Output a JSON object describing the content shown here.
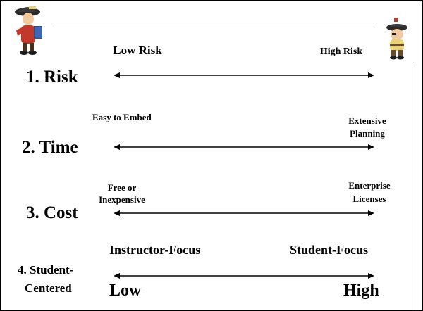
{
  "items": [
    {
      "title": "1. Risk",
      "left_label": "Low Risk",
      "right_label": "High Risk"
    },
    {
      "title": "2. Time",
      "left_label": "Easy to Embed",
      "right_label_line1": "Extensive",
      "right_label_line2": "Planning"
    },
    {
      "title": "3. Cost",
      "left_label_line1": "Free or",
      "left_label_line2": "Inexpensive",
      "right_label_line1": "Enterprise",
      "right_label_line2": "Licenses"
    },
    {
      "title_line1": "4. Student-",
      "title_line2": "Centered",
      "upper_left": "Instructor-Focus",
      "upper_right": "Student-Focus",
      "left_label": "Low",
      "right_label": "High"
    }
  ],
  "colors": {
    "text": "#000000",
    "rule": "#9a9a9a",
    "pirate_coat": "#c0392b",
    "pirate_hat": "#2b2b2b"
  },
  "icons": [
    "pirate-clipart-icon",
    "pirate-small-clipart-icon",
    "double-arrow-icon"
  ]
}
